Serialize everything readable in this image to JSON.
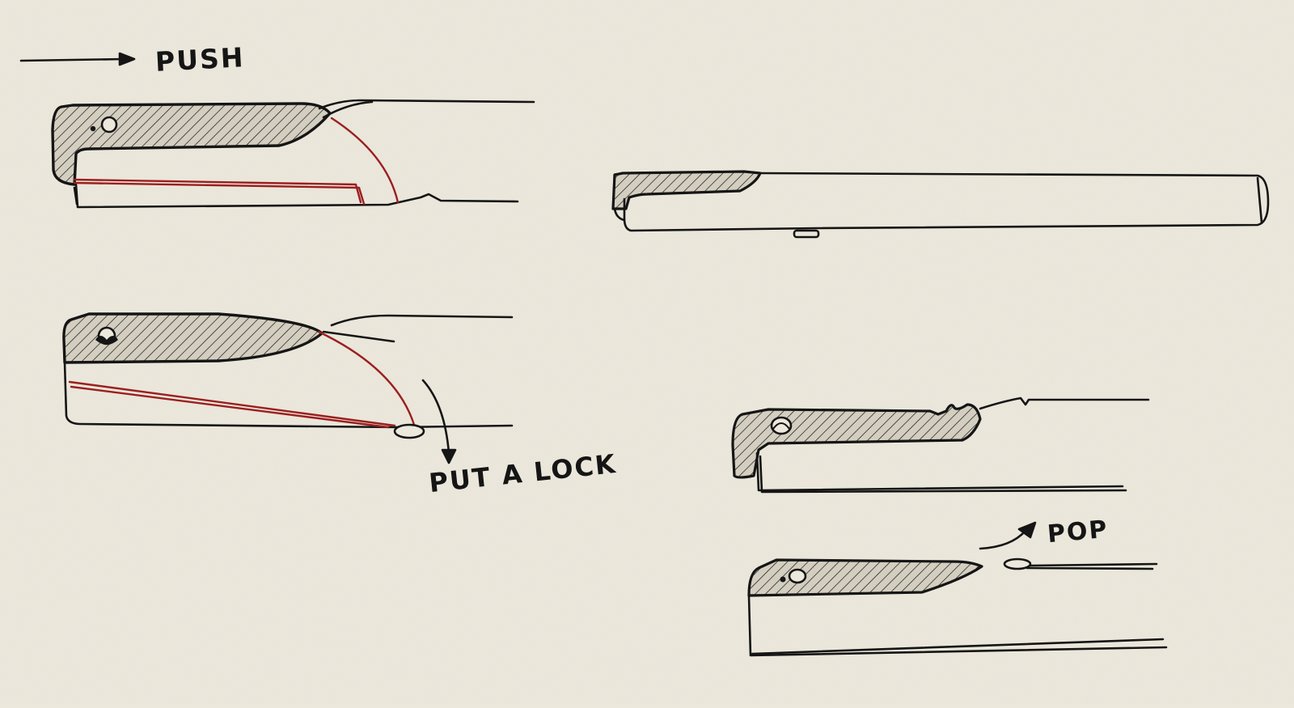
{
  "colors": {
    "paper": "#ece8dc",
    "ink": "#151515",
    "accent_red": "#9b1f1f",
    "shade_fill": "#d3cebf"
  },
  "labels": {
    "push": "PUSH",
    "put_a_lock": "PUT A LOCK",
    "pop": "POP"
  },
  "icons": {
    "push_arrow": "right-arrow-icon",
    "lock_arrow": "down-curved-arrow-icon",
    "pop_arrow": "up-curved-arrow-icon"
  }
}
